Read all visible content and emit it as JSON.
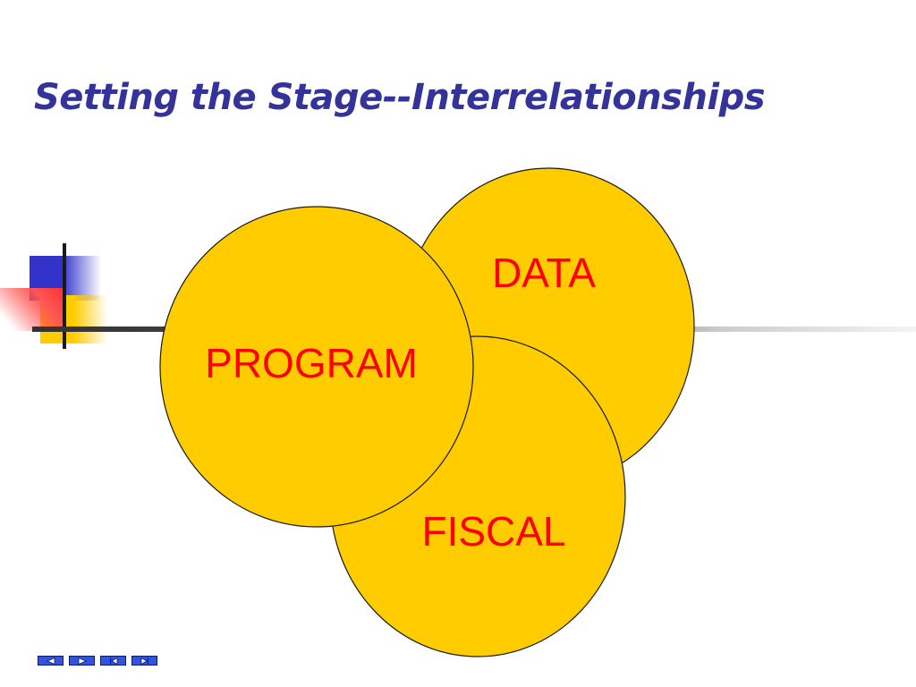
{
  "slide": {
    "title": "Setting the Stage--Interrelationships"
  },
  "colors": {
    "title": "#333399",
    "circle_fill": "#FFCC00",
    "circle_stroke": "#1a1a1a",
    "label": "#FF0000",
    "deco_blue": "#3333CC",
    "deco_yellow": "#FFCC00",
    "deco_red": "#FF3333",
    "nav_fill": "#3355DD"
  },
  "diagram": {
    "circles": [
      {
        "id": "data",
        "label": "DATA"
      },
      {
        "id": "fiscal",
        "label": "FISCAL"
      },
      {
        "id": "program",
        "label": "PROGRAM"
      }
    ]
  },
  "nav": {
    "buttons": [
      {
        "id": "previous",
        "icon": "triangle-left-icon"
      },
      {
        "id": "next",
        "icon": "triangle-right-icon"
      },
      {
        "id": "first",
        "icon": "skip-back-icon"
      },
      {
        "id": "last",
        "icon": "skip-forward-icon"
      }
    ]
  }
}
